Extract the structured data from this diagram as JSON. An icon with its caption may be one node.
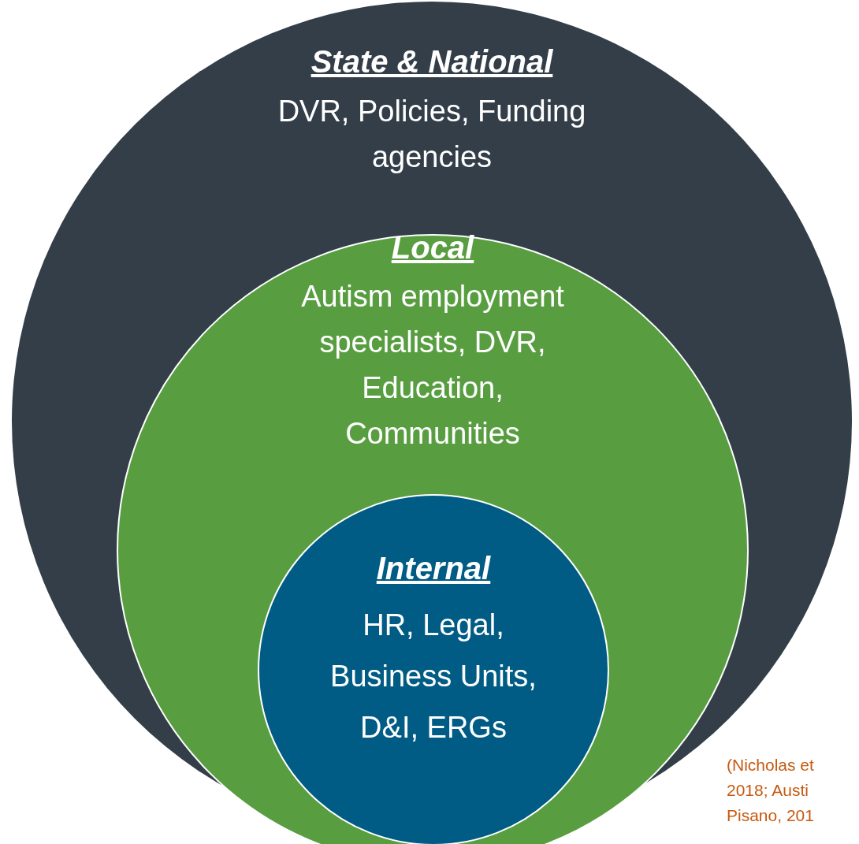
{
  "diagram": {
    "nodes": [
      {
        "text": [
          "State & National",
          "DVR, Policies, Funding agencies"
        ]
      },
      {
        "text": [
          "Local",
          "Autism employment specialists, DVR, Education, Communities"
        ],
        "in": 0
      },
      {
        "text": [
          "Internal",
          "HR, Legal, Business Units, D&I, ERGs"
        ],
        "in": 1
      }
    ],
    "edges": [],
    "labels": [
      "(Nicholas et 2018; Austi Pisano, 201"
    ]
  }
}
